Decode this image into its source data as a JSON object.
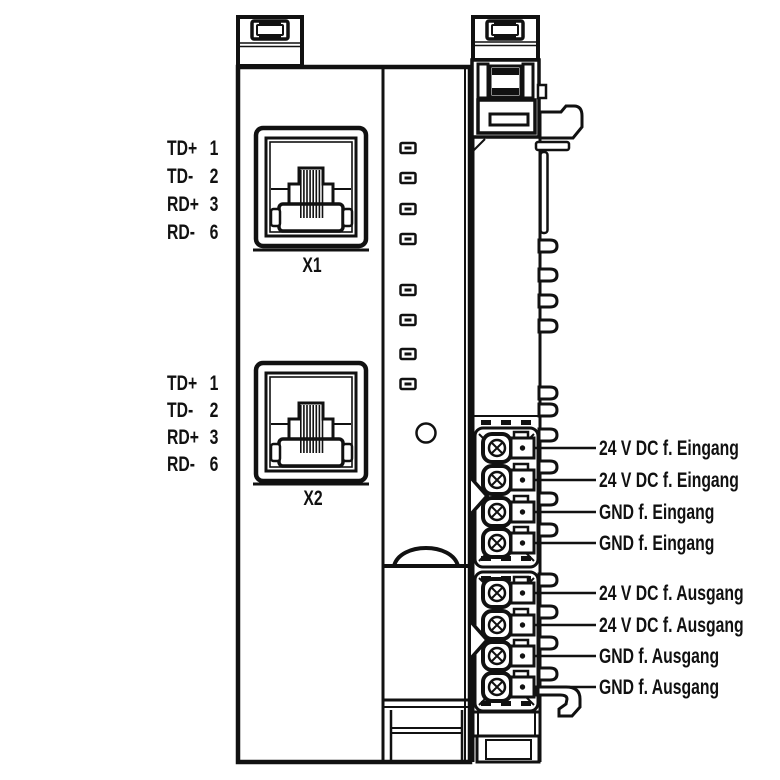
{
  "colors": {
    "line": "#111111",
    "background": "#ffffff"
  },
  "ports": [
    {
      "name": "X1",
      "pins": [
        {
          "signal": "TD+",
          "number": "1"
        },
        {
          "signal": "TD-",
          "number": "2"
        },
        {
          "signal": "RD+",
          "number": "3"
        },
        {
          "signal": "RD-",
          "number": "6"
        }
      ]
    },
    {
      "name": "X2",
      "pins": [
        {
          "signal": "TD+",
          "number": "1"
        },
        {
          "signal": "TD-",
          "number": "2"
        },
        {
          "signal": "RD+",
          "number": "3"
        },
        {
          "signal": "RD-",
          "number": "6"
        }
      ]
    }
  ],
  "power_terminals": [
    "24 V DC f. Eingang",
    "24 V DC f. Eingang",
    "GND f. Eingang",
    "GND f. Eingang",
    "24 V DC f. Ausgang",
    "24 V DC f. Ausgang",
    "GND f. Ausgang",
    "GND f. Ausgang"
  ],
  "indicators": {
    "led_count": 8
  }
}
